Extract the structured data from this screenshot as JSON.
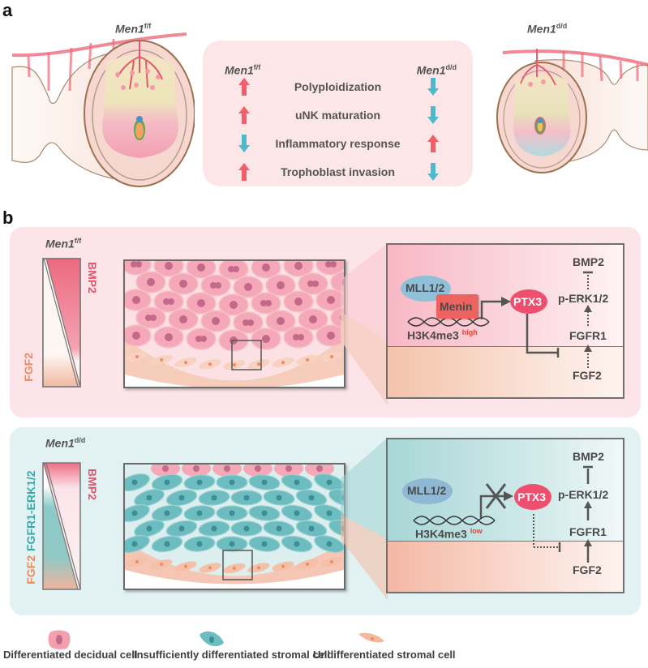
{
  "panel_a": {
    "letter": "a",
    "left_genotype": {
      "base": "Men1",
      "sup": "f/f"
    },
    "right_genotype": {
      "base": "Men1",
      "sup": "d/d"
    },
    "summary": {
      "header_left": {
        "base": "Men1",
        "sup": "f/f"
      },
      "header_right": {
        "base": "Men1",
        "sup": "d/d"
      },
      "rows": [
        {
          "label": "Polyploidization",
          "left": "up",
          "right": "down"
        },
        {
          "label": "uNK maturation",
          "left": "up",
          "right": "down"
        },
        {
          "label": "Inflammatory response",
          "left": "down",
          "right": "up"
        },
        {
          "label": "Trophoblast invasion",
          "left": "up",
          "right": "down"
        }
      ]
    }
  },
  "panel_b": {
    "letter": "b",
    "control": {
      "genotype": {
        "base": "Men1",
        "sup": "f/f"
      },
      "gradient_labels": {
        "top_right": "BMP2",
        "bottom_left": "FGF2"
      },
      "pathway": {
        "mll": "MLL1/2",
        "menin": "Menin",
        "ptx3": "PTX3",
        "histone": "H3K4me3",
        "histone_level": "high",
        "bmp2": "BMP2",
        "perk": "p-ERK1/2",
        "fgfr1": "FGFR1",
        "fgf2": "FGF2"
      }
    },
    "knockout": {
      "genotype": {
        "base": "Men1",
        "sup": "d/d"
      },
      "gradient_labels": {
        "top_right": "BMP2",
        "middle_left": "FGFR1-ERK1/2",
        "bottom_left": "FGF2"
      },
      "pathway": {
        "mll": "MLL1/2",
        "ptx3": "PTX3",
        "histone": "H3K4me3",
        "histone_level": "low",
        "bmp2": "BMP2",
        "perk": "p-ERK1/2",
        "fgfr1": "FGFR1",
        "fgf2": "FGF2"
      }
    }
  },
  "legend": [
    {
      "label": "Differentiated decidual cell",
      "icon": "decidual-cell-icon"
    },
    {
      "label": "Insufficiently differentiated stromal cell",
      "icon": "stromal-cell-icon"
    },
    {
      "label": "Undifferentiated stromal cell",
      "icon": "undifferentiated-cell-icon"
    }
  ],
  "colors": {
    "up_arrow": "#f0606a",
    "down_arrow": "#4fb8c9",
    "pink": "#f08ca0",
    "teal": "#6cbcc0",
    "salmon": "#f4b89a",
    "ptx3": "#ee4f6f",
    "menin": "#ec6360",
    "mll": "#8fc0d8",
    "bmp2_text": "#e8506a",
    "fgf2_text": "#ef8a5e",
    "fgfr_text": "#3ea6a8",
    "level_text": "#e2443c"
  }
}
